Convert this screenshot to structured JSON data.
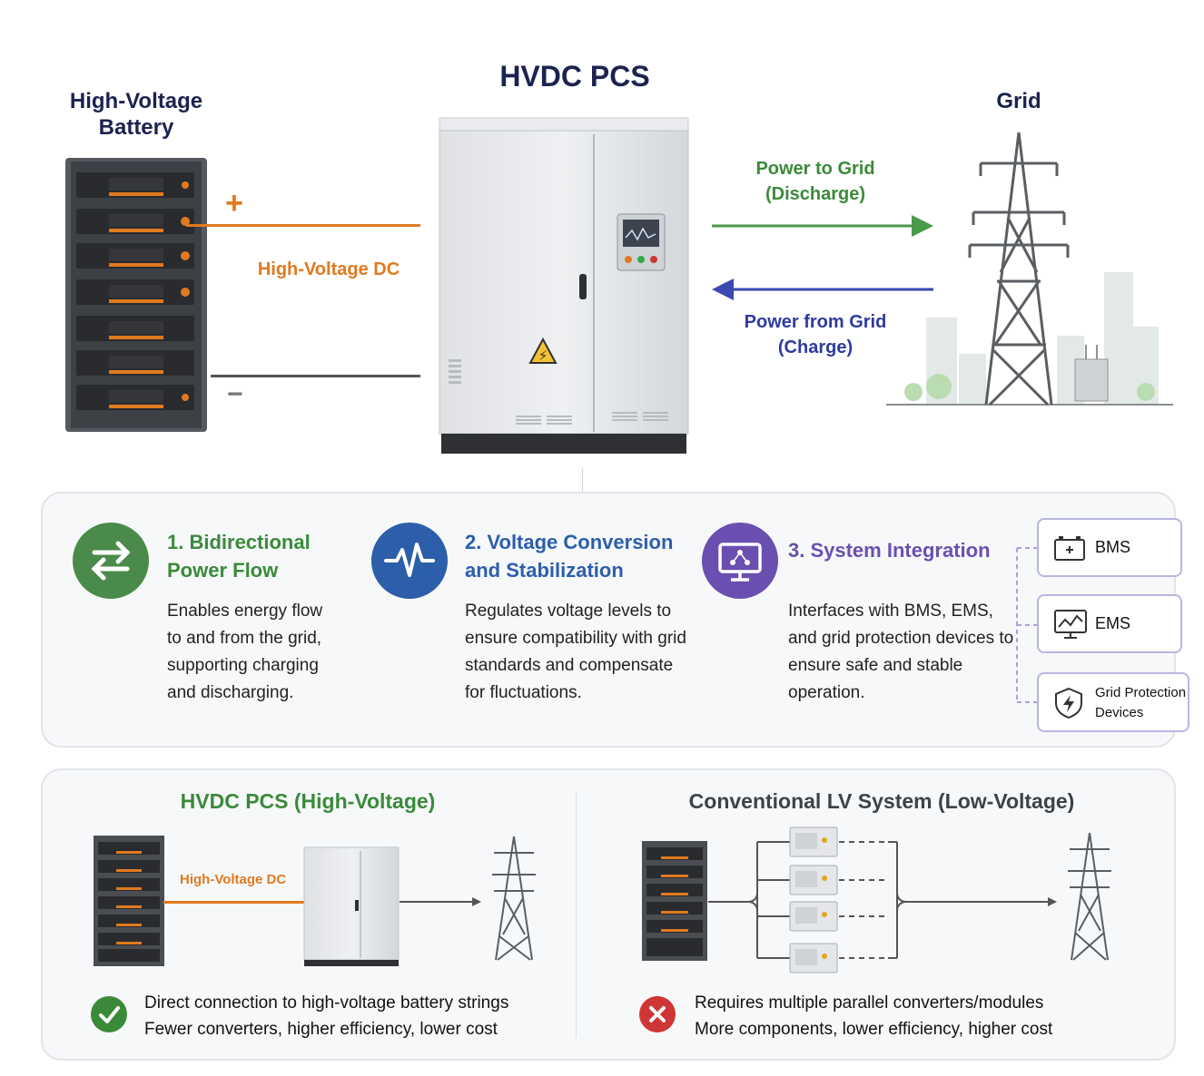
{
  "top": {
    "title": "HVDC PCS",
    "battery_label": "High-Voltage Battery",
    "grid_label": "Grid",
    "plus_sign": "+",
    "minus_sign": "−",
    "dc_label": "High-Voltage DC",
    "discharge_label": "Power to Grid (Discharge)",
    "charge_label": "Power from Grid (Charge)"
  },
  "features": [
    {
      "title": "1. Bidirectional Power Flow",
      "body": "Enables energy flow to and from the grid, supporting charging and discharging.",
      "icon": "bidirectional-arrows-icon",
      "color": "#4a8a4a"
    },
    {
      "title": "2. Voltage Conversion and Stabilization",
      "body": "Regulates voltage levels to ensure compatibility with grid standards and compensate for fluctuations.",
      "icon": "waveform-icon",
      "color": "#2c5eaa"
    },
    {
      "title": "3. System Integration",
      "body": "Interfaces with BMS, EMS, and grid protection devices to ensure safe and stable operation.",
      "icon": "monitor-network-icon",
      "color": "#6a4fb0"
    }
  ],
  "integrations": [
    {
      "label": "BMS",
      "icon": "battery-icon"
    },
    {
      "label": "EMS",
      "icon": "monitor-chart-icon"
    },
    {
      "label": "Grid Protection Devices",
      "icon": "shield-bolt-icon"
    }
  ],
  "comparison": {
    "hvdc": {
      "title": "HVDC PCS (High-Voltage)",
      "dc_label": "High-Voltage DC",
      "line1": "Direct connection to high-voltage battery strings",
      "line2": "Fewer converters, higher efficiency, lower cost",
      "icon": "check-icon",
      "color": "#3a8a3a"
    },
    "lv": {
      "title": "Conventional LV System (Low-Voltage)",
      "line1": "Requires multiple parallel converters/modules",
      "line2": "More components, lower efficiency, higher cost",
      "icon": "x-icon",
      "color": "#d03535"
    }
  }
}
